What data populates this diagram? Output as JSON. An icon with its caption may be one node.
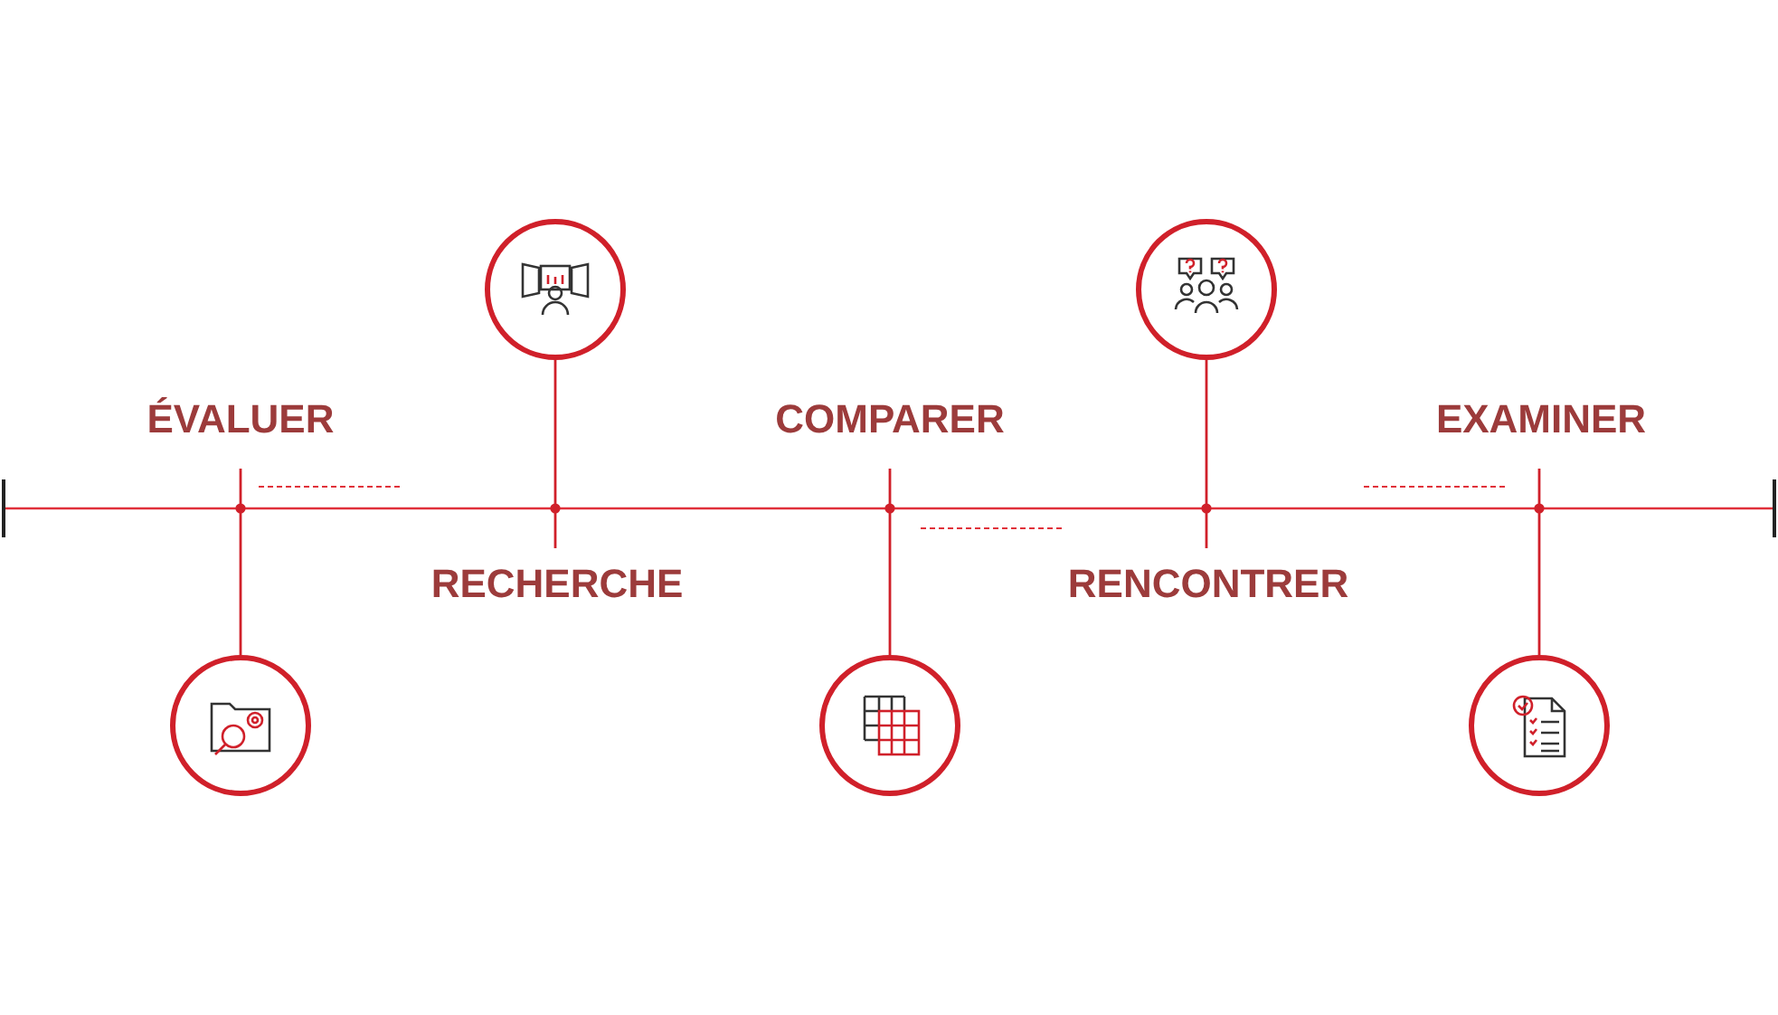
{
  "diagram": {
    "nodes": [
      {
        "text": [],
        "shape": "circle"
      },
      {
        "text": [],
        "shape": "circle"
      },
      {
        "text": [],
        "shape": "circle"
      },
      {
        "text": [],
        "shape": "circle"
      },
      {
        "text": [],
        "shape": "circle"
      }
    ],
    "edges": [
      {
        "from": 0,
        "to": null,
        "arrow": "none"
      },
      {
        "from": 1,
        "to": null,
        "arrow": "none"
      },
      {
        "from": 2,
        "to": null,
        "arrow": "none"
      },
      {
        "from": 3,
        "to": null,
        "arrow": "none"
      },
      {
        "from": 4,
        "to": null,
        "arrow": "none"
      }
    ],
    "labels": [
      "ÉVALUER",
      "RECHERCHE",
      "COMPARER",
      "RENCONTRER",
      "EXAMINER"
    ]
  }
}
